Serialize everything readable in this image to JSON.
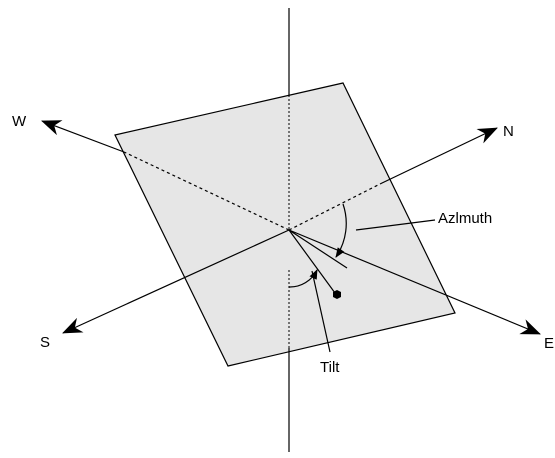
{
  "labels": {
    "west": "W",
    "north": "N",
    "south": "S",
    "east": "E",
    "azimuth": "Azlmuth",
    "tilt": "Tilt"
  },
  "colors": {
    "panel_fill": "#e6e6e6",
    "stroke": "#000000"
  }
}
